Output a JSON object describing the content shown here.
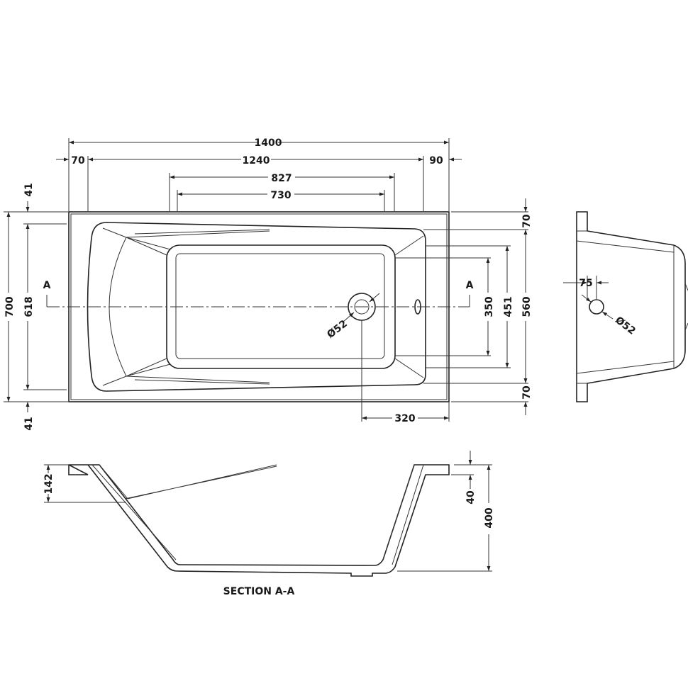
{
  "plan_view": {
    "overall_length": "1400",
    "left_rim": "70",
    "inner_length": "1240",
    "right_rim": "90",
    "basin_length_top": "827",
    "basin_length_floor": "730",
    "top_rim_offset": "41",
    "bottom_rim_offset": "41",
    "overall_width": "700",
    "inner_width": "618",
    "floor_width": "350",
    "basin_width": "451",
    "rim_width": "560",
    "top_right_rim": "70",
    "bottom_right_rim": "70",
    "waste_diameter": "Ø52",
    "waste_offset": "320",
    "section_marker_left": "A",
    "section_marker_right": "A"
  },
  "end_view": {
    "overflow_offset": "75",
    "overflow_diameter": "Ø52"
  },
  "section_view": {
    "title": "SECTION A-A",
    "rim_depth": "142",
    "rim_height": "40",
    "overall_height": "400"
  }
}
